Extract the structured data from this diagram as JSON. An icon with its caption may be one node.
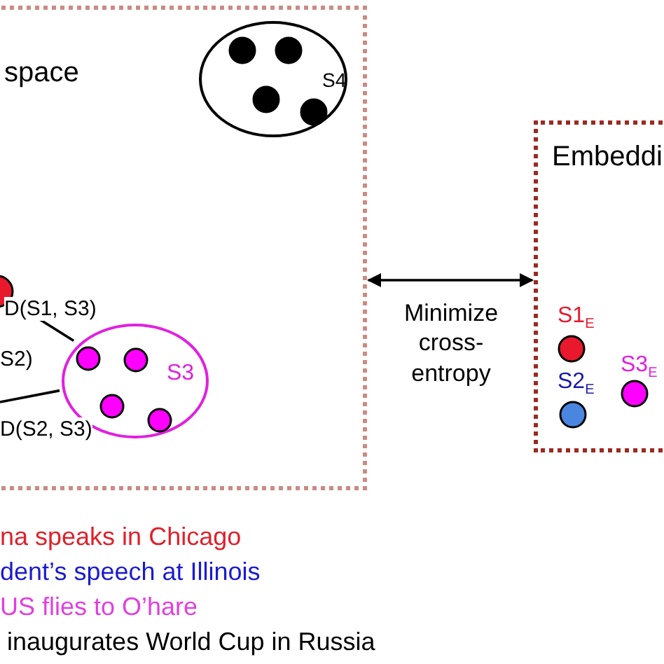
{
  "diagram": {
    "nodes": [
      {
        "text": [
          "space"
        ]
      },
      {
        "text": [
          "S4"
        ],
        "in": 0
      },
      {
        "text": [],
        "shape": "circle",
        "in": 0
      },
      {
        "text": [
          "S3"
        ],
        "in": 0
      },
      {
        "text": [
          "Embeddi"
        ]
      }
    ],
    "edges": [
      {
        "from": 2,
        "to": 3,
        "arrow": "none",
        "label": "D(S1, S3)"
      },
      {
        "from": null,
        "to": 3,
        "arrow": "none",
        "label": "D(S2, S3)"
      },
      {
        "from": 0,
        "to": 4,
        "arrow": "both",
        "label": "Minimize cross-entropy"
      }
    ],
    "labels": [
      "S2)",
      "S1$_{E}$",
      "S3$_{E}$",
      "S2$_{E}$",
      "na speaks in Chicago",
      "dent’s speech at Illinois",
      "US flies to O’hare",
      "inaugurates World Cup in Russia"
    ]
  }
}
